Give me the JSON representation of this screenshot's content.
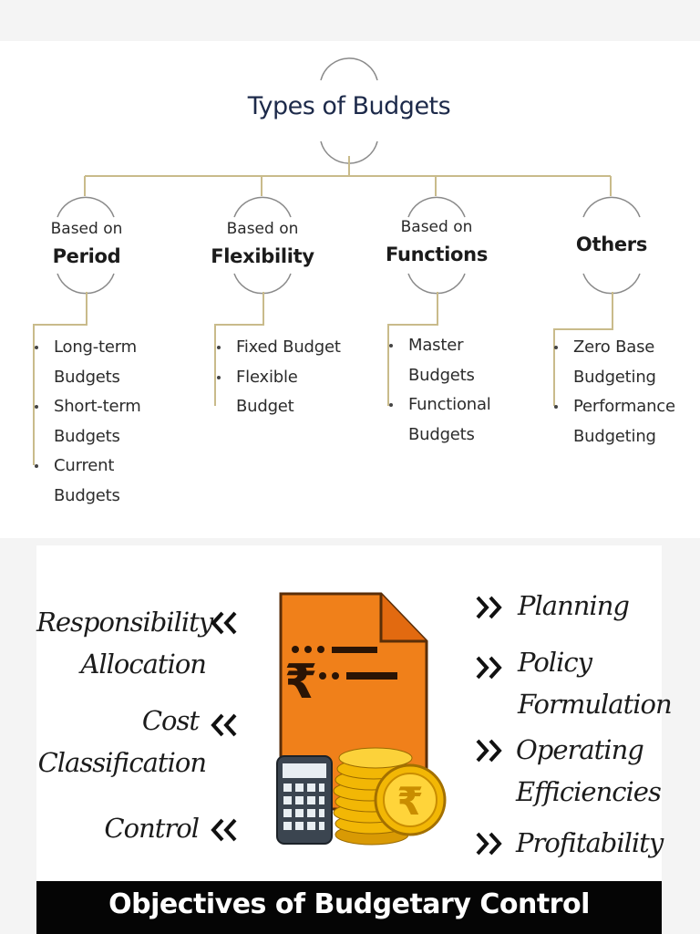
{
  "types": {
    "title": "Types of Budgets",
    "categories": [
      {
        "prefix": "Based on",
        "name": "Period",
        "items": [
          "Long-term Budgets",
          "Short-term Budgets",
          "Current Budgets"
        ]
      },
      {
        "prefix": "Based on",
        "name": "Flexibility",
        "items": [
          "Fixed Budget",
          "Flexible Budget"
        ]
      },
      {
        "prefix": "Based on",
        "name": "Functions",
        "items": [
          "Master Budgets",
          "Functional Budgets"
        ]
      },
      {
        "prefix": "",
        "name": "Others",
        "items": [
          "Zero Base Budgeting",
          "Performance Budgeting"
        ]
      }
    ]
  },
  "objectives": {
    "left": [
      "Responsibility",
      "Allocation",
      "Cost",
      "Classification",
      "Control"
    ],
    "right": [
      "Planning",
      "Policy",
      "Formulation",
      "Operating",
      "Efficiencies",
      "Profitability"
    ],
    "footer": "Objectives of Budgetary Control",
    "rupee_symbol": "₹",
    "colors": {
      "document": "#f0801a",
      "coin": "#f2b705",
      "accent_line": "#c9bb8b",
      "footer": "#050505"
    }
  }
}
